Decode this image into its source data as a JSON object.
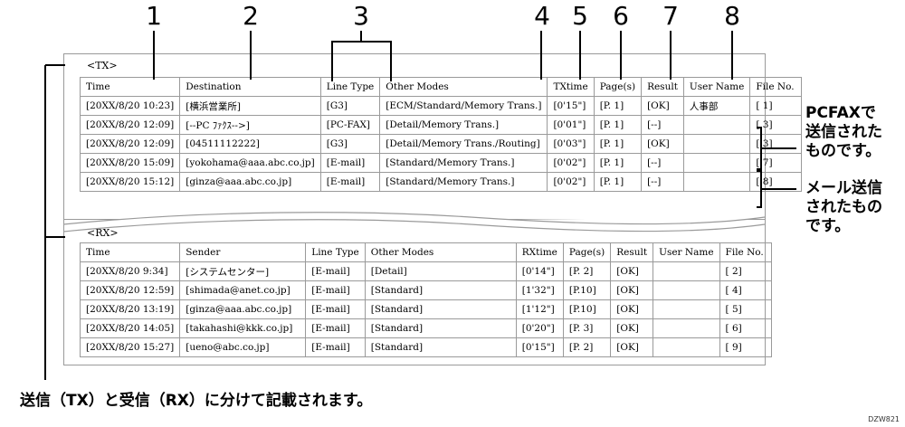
{
  "callouts": [
    "1",
    "2",
    "3",
    "4",
    "5",
    "6",
    "7",
    "8"
  ],
  "tx": {
    "label": "<TX>",
    "headers": [
      "Time",
      "Destination",
      "Line Type",
      "Other Modes",
      "TXtime",
      "Page(s)",
      "Result",
      "User Name",
      "File No."
    ],
    "rows": [
      [
        "[20XX/8/20 10:23]",
        "[横浜営業所]",
        "[G3]",
        "[ECM/Standard/Memory Trans.]",
        "[0'15\"]",
        "[P. 1]",
        "[OK]",
        "人事部",
        "[ 1]"
      ],
      [
        "[20XX/8/20 12:09]",
        "[--PC ﾌｧｸｽ-->]",
        "[PC-FAX]",
        "[Detail/Memory Trans.]",
        "[0'01\"]",
        "[P. 1]",
        "[--]",
        "",
        "[ 3]"
      ],
      [
        "[20XX/8/20 12:09]",
        "[04511112222]",
        "[G3]",
        "[Detail/Memory Trans./Routing]",
        "[0'03\"]",
        "[P. 1]",
        "[OK]",
        "",
        "[ 3]"
      ],
      [
        "[20XX/8/20 15:09]",
        "[yokohama@aaa.abc.co.jp]",
        "[E-mail]",
        "[Standard/Memory Trans.]",
        "[0'02\"]",
        "[P. 1]",
        "[--]",
        "",
        "[ 7]"
      ],
      [
        "[20XX/8/20 15:12]",
        "[ginza@aaa.abc.co.jp]",
        "[E-mail]",
        "[Standard/Memory Trans.]",
        "[0'02\"]",
        "[P. 1]",
        "[--]",
        "",
        "[ 8]"
      ]
    ]
  },
  "rx": {
    "label": "<RX>",
    "headers": [
      "Time",
      "Sender",
      "Line Type",
      "Other Modes",
      "RXtime",
      "Page(s)",
      "Result",
      "User Name",
      "File No."
    ],
    "rows": [
      [
        "[20XX/8/20 9:34]",
        "[システムセンター]",
        "[E-mail]",
        "[Detail]",
        "[0'14\"]",
        "[P. 2]",
        "[OK]",
        "",
        "[ 2]"
      ],
      [
        "[20XX/8/20 12:59]",
        "[shimada@anet.co.jp]",
        "[E-mail]",
        "[Standard]",
        "[1'32\"]",
        "[P.10]",
        "[OK]",
        "",
        "[ 4]"
      ],
      [
        "[20XX/8/20 13:19]",
        "[ginza@aaa.abc.co.jp]",
        "[E-mail]",
        "[Standard]",
        "[1'12\"]",
        "[P.10]",
        "[OK]",
        "",
        "[ 5]"
      ],
      [
        "[20XX/8/20 14:05]",
        "[takahashi@kkk.co.jp]",
        "[E-mail]",
        "[Standard]",
        "[0'20\"]",
        "[P. 3]",
        "[OK]",
        "",
        "[ 6]"
      ],
      [
        "[20XX/8/20 15:27]",
        "[ueno@abc.co.jp]",
        "[E-mail]",
        "[Standard]",
        "[0'15\"]",
        "[P. 2]",
        "[OK]",
        "",
        "[ 9]"
      ]
    ]
  },
  "notes": {
    "pcfax": [
      "PCFAXで",
      "送信された",
      "ものです。"
    ],
    "email": [
      "メール送信",
      "されたもの",
      "です。"
    ],
    "bottom": "送信（TX）と受信（RX）に分けて記載されます。"
  },
  "figure_code": "DZW821"
}
